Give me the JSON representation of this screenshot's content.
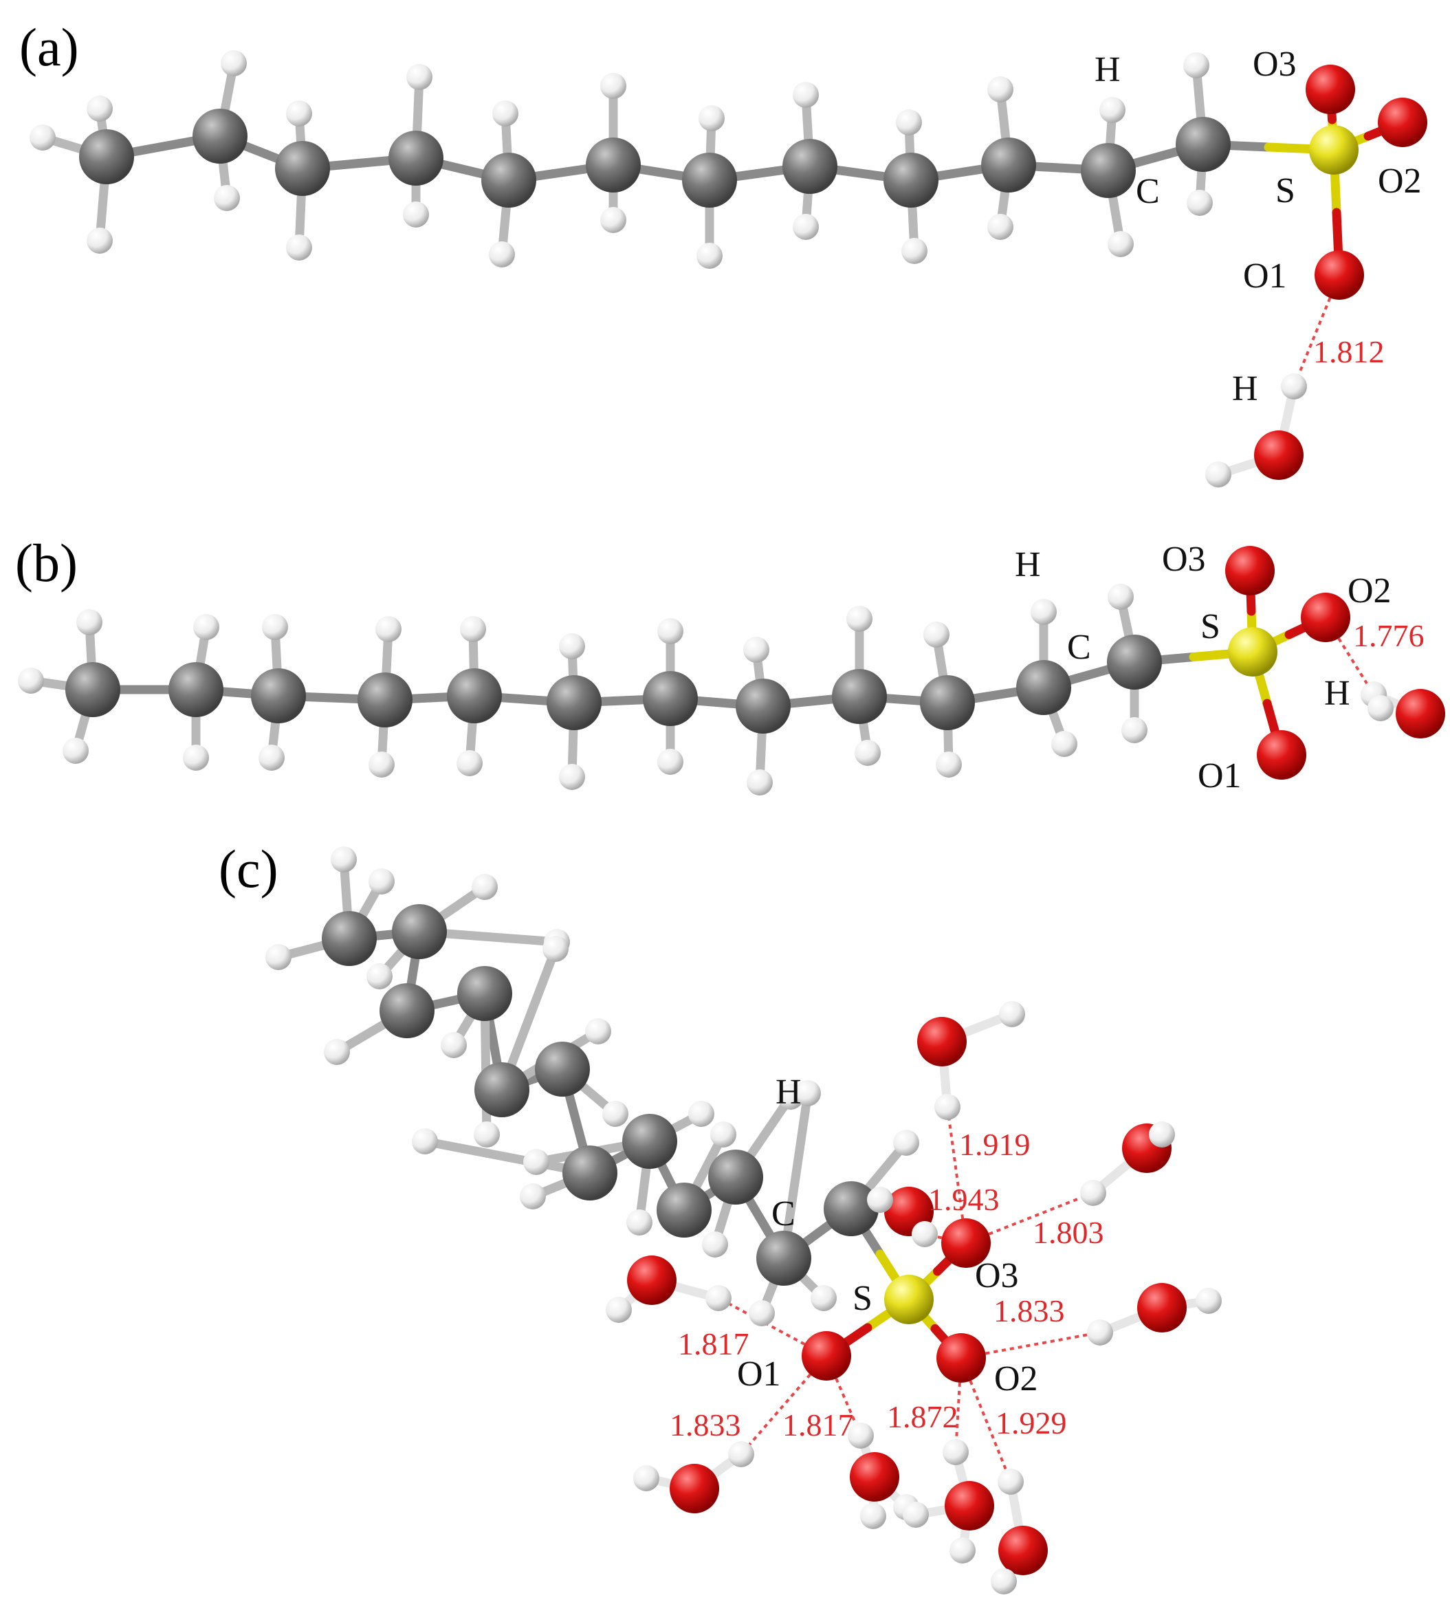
{
  "colors": {
    "carbon": "#707070",
    "hydrogen": "#f2f2f2",
    "oxygen": "#e01515",
    "sulfur": "#e8e020",
    "bond": "#8a8a8a",
    "hbond": "#e8474a",
    "distance_text": "#e0282a"
  },
  "panels": [
    {
      "id": "a",
      "label": "(a)",
      "atom_labels": {
        "H": "H",
        "C": "C",
        "S": "S",
        "O1": "O1",
        "O2": "O2",
        "O3": "O3",
        "Hw": "H"
      },
      "distances": [
        "1.812"
      ]
    },
    {
      "id": "b",
      "label": "(b)",
      "atom_labels": {
        "H": "H",
        "C": "C",
        "S": "S",
        "O1": "O1",
        "O2": "O2",
        "O3": "O3",
        "Hw": "H"
      },
      "distances": [
        "1.776"
      ]
    },
    {
      "id": "c",
      "label": "(c)",
      "atom_labels": {
        "H": "H",
        "C": "C",
        "S": "S",
        "O1": "O1",
        "O2": "O2",
        "O3": "O3"
      },
      "distances": [
        "1.919",
        "1.943",
        "1.803",
        "1.833",
        "1.817",
        "1.833",
        "1.817",
        "1.872",
        "1.929"
      ]
    }
  ]
}
